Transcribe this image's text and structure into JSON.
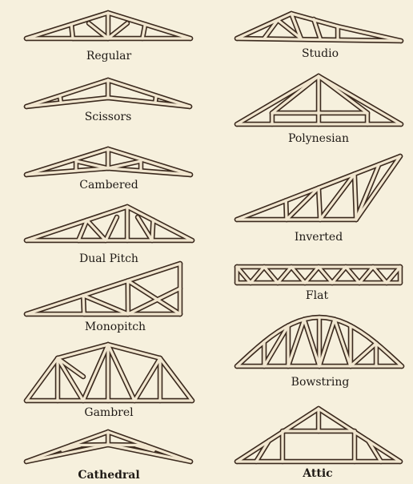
{
  "trusses": [
    {
      "id": "regular",
      "label": "Regular",
      "colors": {
        "stroke": "#3b2a1e",
        "fill": "#f1e6cf"
      }
    },
    {
      "id": "studio",
      "label": "Studio"
    },
    {
      "id": "scissors",
      "label": "Scissors"
    },
    {
      "id": "polynesian",
      "label": "Polynesian"
    },
    {
      "id": "cambered",
      "label": "Cambered"
    },
    {
      "id": "inverted",
      "label": "Inverted"
    },
    {
      "id": "dual-pitch",
      "label": "Dual Pitch"
    },
    {
      "id": "flat",
      "label": "Flat"
    },
    {
      "id": "monopitch",
      "label": "Monopitch"
    },
    {
      "id": "bowstring",
      "label": "Bowstring"
    },
    {
      "id": "gambrel",
      "label": "Gambrel"
    },
    {
      "id": "cathedral",
      "label": "Cathedral"
    },
    {
      "id": "attic",
      "label": "Attic"
    }
  ],
  "colors": {
    "background": "#f6f0dd",
    "timber_edge": "#3b2a1e",
    "timber_fill": "#f1e6cf",
    "text": "#1f1a16"
  }
}
